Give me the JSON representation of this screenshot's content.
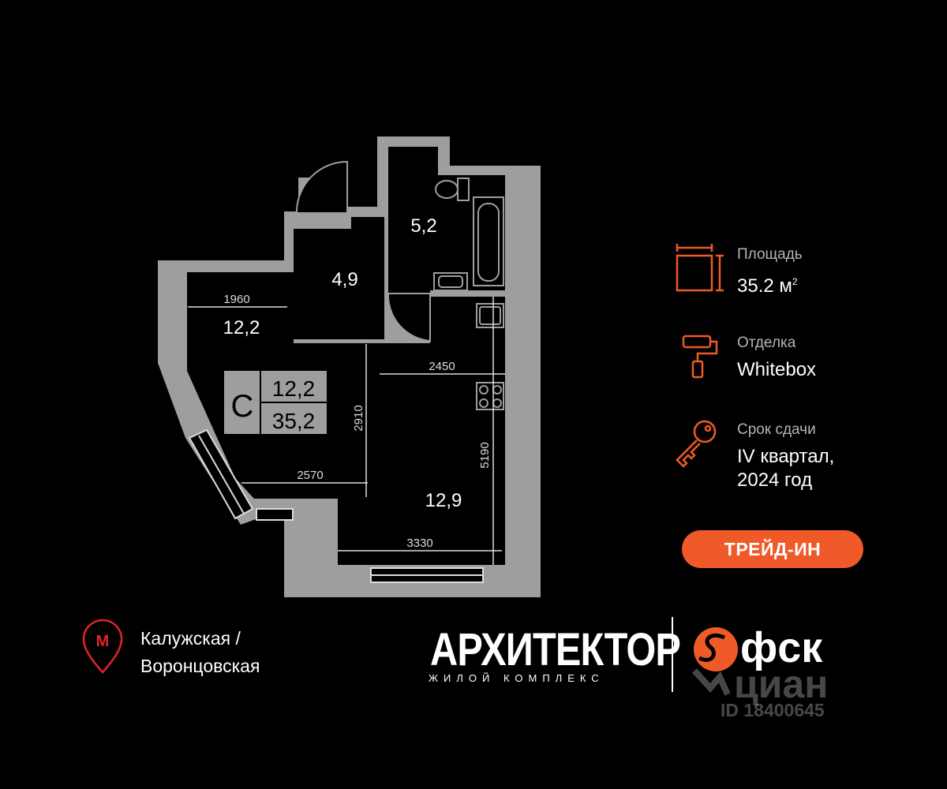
{
  "plan": {
    "rooms": [
      {
        "label": "5,2"
      },
      {
        "label": "4,9"
      },
      {
        "label": "12,2"
      },
      {
        "label": "12,9"
      }
    ],
    "dimensions": [
      "1960",
      "2450",
      "2910",
      "2570",
      "5190",
      "3330"
    ],
    "tag": {
      "letter": "С",
      "living_area": "12,2",
      "total_area": "35,2"
    }
  },
  "info": {
    "area_label": "Площадь",
    "area_value": "35.2 м",
    "area_unit_sup": "2",
    "finish_label": "Отделка",
    "finish_value": "Whitebox",
    "deadline_label": "Срок сдачи",
    "deadline_line1": "IV квартал,",
    "deadline_line2": "2024 год"
  },
  "trade_in_button": "ТРЕЙД-ИН",
  "metro": {
    "line1": "Калужская /",
    "line2": "Воронцовская",
    "icon_letter": "М"
  },
  "brand": {
    "name": "АРХИТЕКТОР",
    "subtitle": "ЖИЛОЙ КОМПЛЕКС",
    "developer": "фск"
  },
  "watermark": {
    "text": "циан",
    "id": "ID 18400645"
  },
  "colors": {
    "accent": "#ef5a28",
    "wall": "#9e9e9e",
    "background": "#000000"
  }
}
